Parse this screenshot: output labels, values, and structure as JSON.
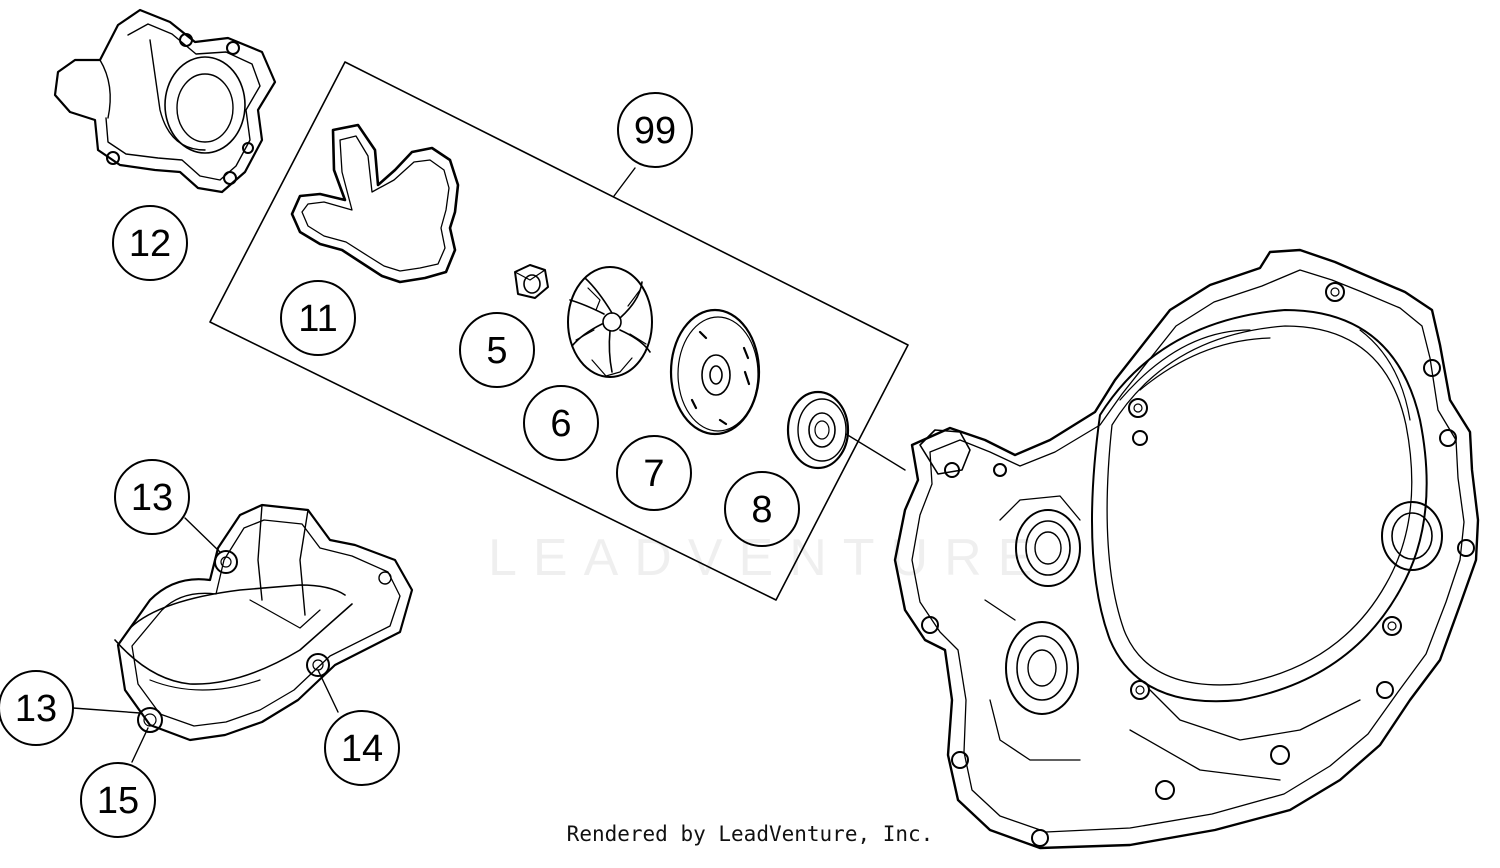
{
  "diagram": {
    "callouts": [
      {
        "id": "99",
        "label": "99"
      },
      {
        "id": "12",
        "label": "12"
      },
      {
        "id": "11",
        "label": "11"
      },
      {
        "id": "5",
        "label": "5"
      },
      {
        "id": "6",
        "label": "6"
      },
      {
        "id": "7",
        "label": "7"
      },
      {
        "id": "8",
        "label": "8"
      },
      {
        "id": "13a",
        "label": "13"
      },
      {
        "id": "13b",
        "label": "13"
      },
      {
        "id": "14",
        "label": "14"
      },
      {
        "id": "15",
        "label": "15"
      }
    ],
    "watermark": "LEADVENTURE",
    "footer": "Rendered by LeadVenture, Inc."
  }
}
